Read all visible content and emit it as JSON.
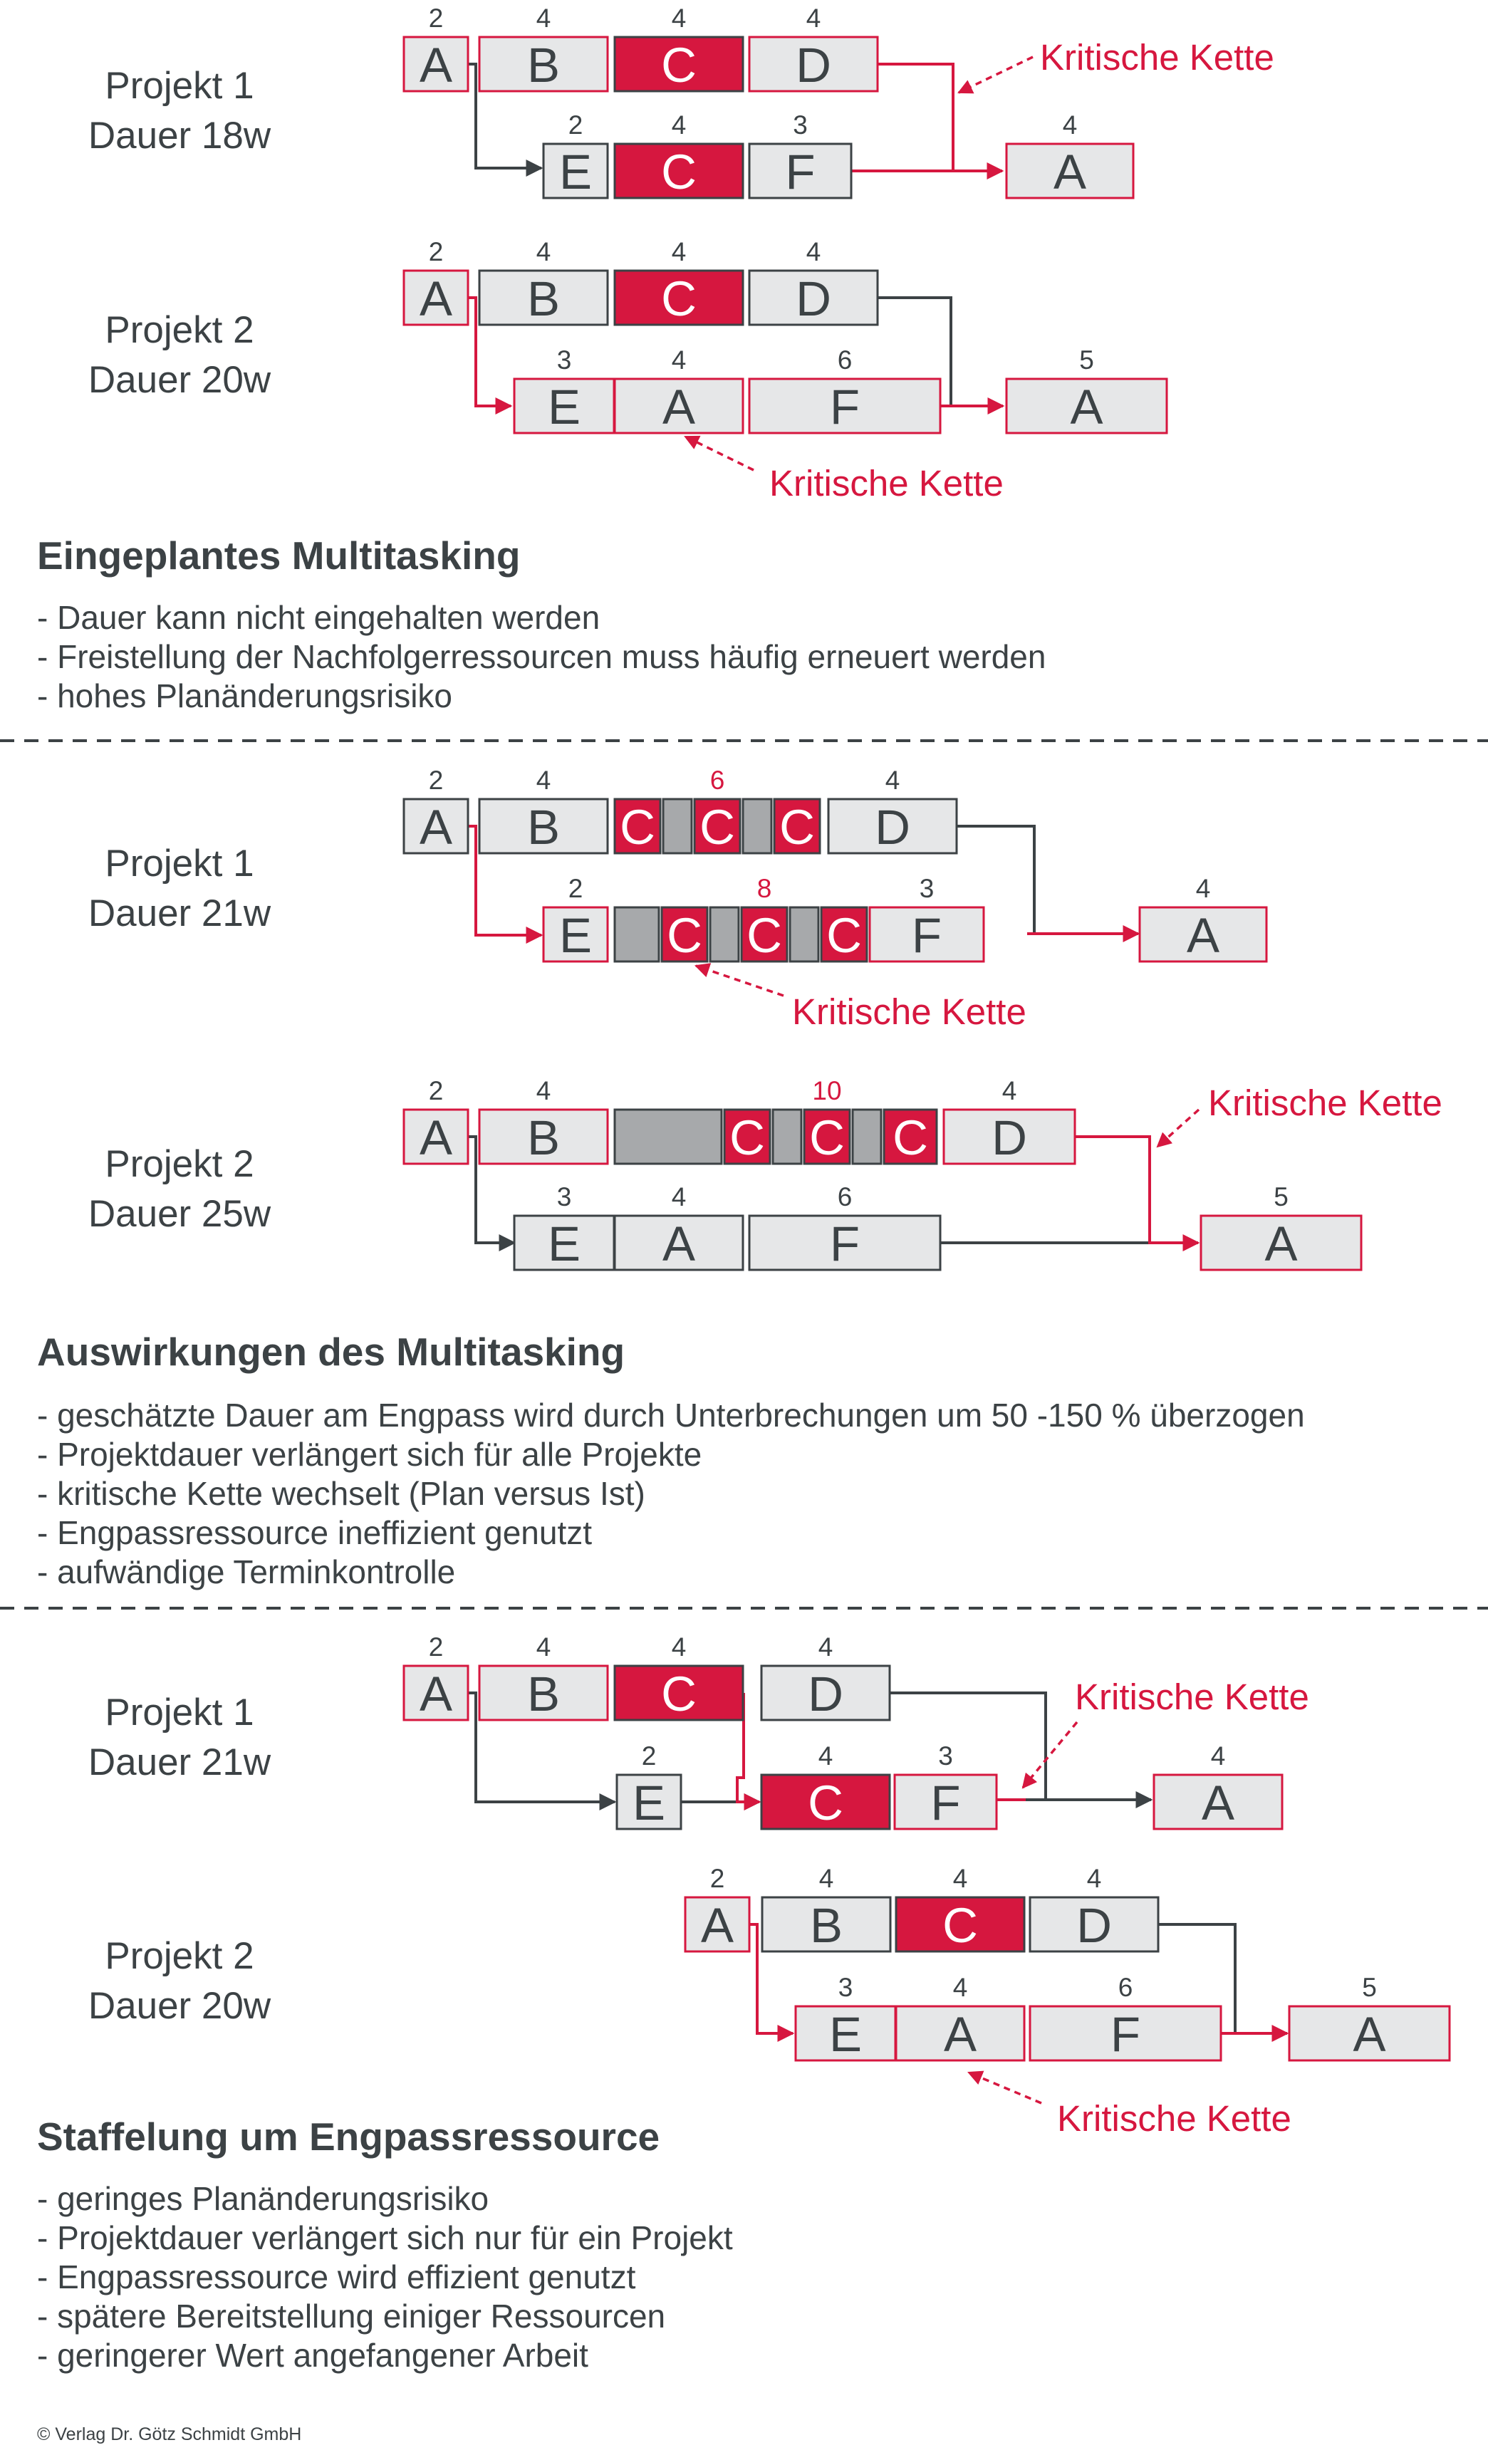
{
  "colors": {
    "red": "#d6173f",
    "grey_box": "#e6e7e8",
    "grey_filler": "#a7a9ab",
    "text": "#3c4245",
    "line_dark": "#3c4245"
  },
  "critical_label": "Kritische Kette",
  "section1": {
    "project1": {
      "name": "Projekt 1",
      "duration": "Dauer 18w"
    },
    "project2": {
      "name": "Projekt 2",
      "duration": "Dauer 20w"
    },
    "heading": "Eingeplantes Multitasking",
    "bullets": [
      "- Dauer kann nicht eingehalten werden",
      "- Freistellung der Nachfolgerressourcen muss häufig erneuert werden",
      "- hohes Planänderungsrisiko"
    ]
  },
  "section2": {
    "project1": {
      "name": "Projekt 1",
      "duration": "Dauer 21w"
    },
    "project2": {
      "name": "Projekt 2",
      "duration": "Dauer 25w"
    },
    "heading": "Auswirkungen des Multitasking",
    "bullets": [
      "- geschätzte Dauer am Engpass wird durch Unterbrechungen um 50 -150 % überzogen",
      "- Projektdauer verlängert sich für alle Projekte",
      "- kritische Kette wechselt (Plan versus Ist)",
      "- Engpassressource ineffizient genutzt",
      "- aufwändige Terminkontrolle"
    ]
  },
  "section3": {
    "project1": {
      "name": "Projekt 1",
      "duration": "Dauer 21w"
    },
    "project2": {
      "name": "Projekt 2",
      "duration": "Dauer 20w"
    },
    "heading": "Staffelung um Engpassressource",
    "bullets": [
      "- geringes Planänderungsrisiko",
      "- Projektdauer verlängert sich nur für ein Projekt",
      "- Engpassressource wird effizient genutzt",
      "- spätere Bereitstellung einiger Ressourcen",
      "- geringerer Wert angefangener Arbeit"
    ]
  },
  "copyright": "© Verlag Dr. Götz Schmidt GmbH",
  "diagrams": [
    {
      "name": "s1-p1",
      "boxes": [
        {
          "id": "s1p1A",
          "letter": "A",
          "duration": "2",
          "kind": "crit"
        },
        {
          "id": "s1p1B",
          "letter": "B",
          "duration": "4",
          "kind": "crit"
        },
        {
          "id": "s1p1C",
          "letter": "C",
          "duration": "4",
          "kind": "engpass"
        },
        {
          "id": "s1p1D",
          "letter": "D",
          "duration": "4",
          "kind": "crit"
        },
        {
          "id": "s1p1E",
          "letter": "E",
          "duration": "2",
          "kind": "normal"
        },
        {
          "id": "s1p1C2",
          "letter": "C",
          "duration": "4",
          "kind": "engpass"
        },
        {
          "id": "s1p1F",
          "letter": "F",
          "duration": "3",
          "kind": "normal"
        },
        {
          "id": "s1p1A2",
          "letter": "A",
          "duration": "4",
          "kind": "crit"
        }
      ]
    },
    {
      "name": "s1-p2",
      "boxes": [
        {
          "id": "s1p2A",
          "letter": "A",
          "duration": "2",
          "kind": "crit"
        },
        {
          "id": "s1p2B",
          "letter": "B",
          "duration": "4",
          "kind": "normal"
        },
        {
          "id": "s1p2C",
          "letter": "C",
          "duration": "4",
          "kind": "engpass"
        },
        {
          "id": "s1p2D",
          "letter": "D",
          "duration": "4",
          "kind": "normal"
        },
        {
          "id": "s1p2E",
          "letter": "E",
          "duration": "3",
          "kind": "crit"
        },
        {
          "id": "s1p2A2",
          "letter": "A",
          "duration": "4",
          "kind": "crit"
        },
        {
          "id": "s1p2F",
          "letter": "F",
          "duration": "6",
          "kind": "crit"
        },
        {
          "id": "s1p2A3",
          "letter": "A",
          "duration": "5",
          "kind": "crit"
        }
      ]
    },
    {
      "name": "s2-p1",
      "boxes": [
        {
          "id": "s2p1A",
          "letter": "A",
          "duration": "2",
          "kind": "normal"
        },
        {
          "id": "s2p1B",
          "letter": "B",
          "duration": "4",
          "kind": "normal"
        },
        {
          "id": "s2p1C1",
          "letter": "C",
          "duration": "",
          "kind": "engpass"
        },
        {
          "id": "s2p1G1",
          "letter": "",
          "duration": "",
          "kind": "filler"
        },
        {
          "id": "s2p1C2",
          "letter": "C",
          "duration": "6",
          "kind": "engpass"
        },
        {
          "id": "s2p1G2",
          "letter": "",
          "duration": "",
          "kind": "filler"
        },
        {
          "id": "s2p1C3",
          "letter": "C",
          "duration": "",
          "kind": "engpass"
        },
        {
          "id": "s2p1D",
          "letter": "D",
          "duration": "4",
          "kind": "normal"
        },
        {
          "id": "s2p1E",
          "letter": "E",
          "duration": "2",
          "kind": "crit"
        },
        {
          "id": "s2p1G3",
          "letter": "",
          "duration": "",
          "kind": "filler"
        },
        {
          "id": "s2p1C4",
          "letter": "C",
          "duration": "",
          "kind": "engpass"
        },
        {
          "id": "s2p1G4",
          "letter": "",
          "duration": "",
          "kind": "filler"
        },
        {
          "id": "s2p1C5",
          "letter": "C",
          "duration": "8",
          "kind": "engpass"
        },
        {
          "id": "s2p1G5",
          "letter": "",
          "duration": "",
          "kind": "filler"
        },
        {
          "id": "s2p1C6",
          "letter": "C",
          "duration": "",
          "kind": "engpass"
        },
        {
          "id": "s2p1F",
          "letter": "F",
          "duration": "3",
          "kind": "crit"
        },
        {
          "id": "s2p1A2",
          "letter": "A",
          "duration": "4",
          "kind": "crit"
        }
      ]
    },
    {
      "name": "s2-p2",
      "boxes": [
        {
          "id": "s2p2A",
          "letter": "A",
          "duration": "2",
          "kind": "crit"
        },
        {
          "id": "s2p2B",
          "letter": "B",
          "duration": "4",
          "kind": "crit"
        },
        {
          "id": "s2p2G1",
          "letter": "",
          "duration": "",
          "kind": "filler"
        },
        {
          "id": "s2p2C1",
          "letter": "C",
          "duration": "",
          "kind": "engpass"
        },
        {
          "id": "s2p2G2",
          "letter": "",
          "duration": "",
          "kind": "filler"
        },
        {
          "id": "s2p2C2",
          "letter": "C",
          "duration": "10",
          "kind": "engpass"
        },
        {
          "id": "s2p2G3",
          "letter": "",
          "duration": "",
          "kind": "filler"
        },
        {
          "id": "s2p2C3",
          "letter": "C",
          "duration": "",
          "kind": "engpass"
        },
        {
          "id": "s2p2D",
          "letter": "D",
          "duration": "4",
          "kind": "crit"
        },
        {
          "id": "s2p2E",
          "letter": "E",
          "duration": "3",
          "kind": "normal"
        },
        {
          "id": "s2p2A2",
          "letter": "A",
          "duration": "4",
          "kind": "normal"
        },
        {
          "id": "s2p2F",
          "letter": "F",
          "duration": "6",
          "kind": "normal"
        },
        {
          "id": "s2p2A3",
          "letter": "A",
          "duration": "5",
          "kind": "crit"
        }
      ]
    },
    {
      "name": "s3-p1",
      "boxes": [
        {
          "id": "s3p1A",
          "letter": "A",
          "duration": "2",
          "kind": "crit"
        },
        {
          "id": "s3p1B",
          "letter": "B",
          "duration": "4",
          "kind": "crit"
        },
        {
          "id": "s3p1C",
          "letter": "C",
          "duration": "4",
          "kind": "engpass"
        },
        {
          "id": "s3p1D",
          "letter": "D",
          "duration": "4",
          "kind": "normal"
        },
        {
          "id": "s3p1E",
          "letter": "E",
          "duration": "2",
          "kind": "normal"
        },
        {
          "id": "s3p1C2",
          "letter": "C",
          "duration": "4",
          "kind": "engpass"
        },
        {
          "id": "s3p1F",
          "letter": "F",
          "duration": "3",
          "kind": "crit"
        },
        {
          "id": "s3p1A2",
          "letter": "A",
          "duration": "4",
          "kind": "crit"
        }
      ]
    },
    {
      "name": "s3-p2",
      "boxes": [
        {
          "id": "s3p2A",
          "letter": "A",
          "duration": "2",
          "kind": "crit"
        },
        {
          "id": "s3p2B",
          "letter": "B",
          "duration": "4",
          "kind": "normal"
        },
        {
          "id": "s3p2C",
          "letter": "C",
          "duration": "4",
          "kind": "engpass"
        },
        {
          "id": "s3p2D",
          "letter": "D",
          "duration": "4",
          "kind": "normal"
        },
        {
          "id": "s3p2E",
          "letter": "E",
          "duration": "3",
          "kind": "crit"
        },
        {
          "id": "s3p2A2",
          "letter": "A",
          "duration": "4",
          "kind": "crit"
        },
        {
          "id": "s3p2F",
          "letter": "F",
          "duration": "6",
          "kind": "crit"
        },
        {
          "id": "s3p2A3",
          "letter": "A",
          "duration": "5",
          "kind": "crit"
        }
      ]
    }
  ]
}
